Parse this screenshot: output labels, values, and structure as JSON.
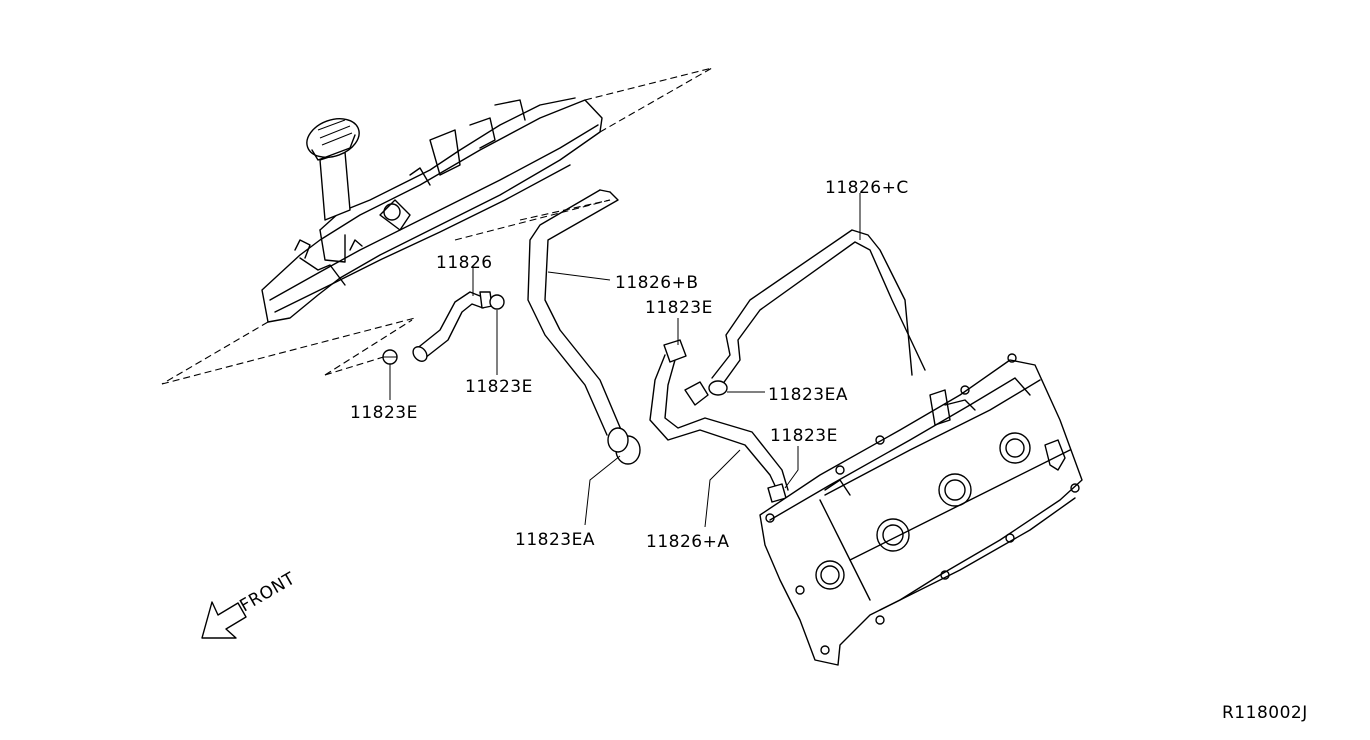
{
  "callouts": {
    "upper_pipe_part": "11826",
    "left_clip_lower": "11823E",
    "left_clip_upper": "11823E",
    "long_hose_part": "11826+B",
    "long_hose_clamp": "11823EA",
    "small_clip_top": "11823E",
    "c_hose_part": "11826+C",
    "c_hose_clamp": "11823EA",
    "a_hose_clip": "11823E",
    "a_hose_part": "11826+A"
  },
  "front_label": "FRONT",
  "diagram_code": "R118002J"
}
